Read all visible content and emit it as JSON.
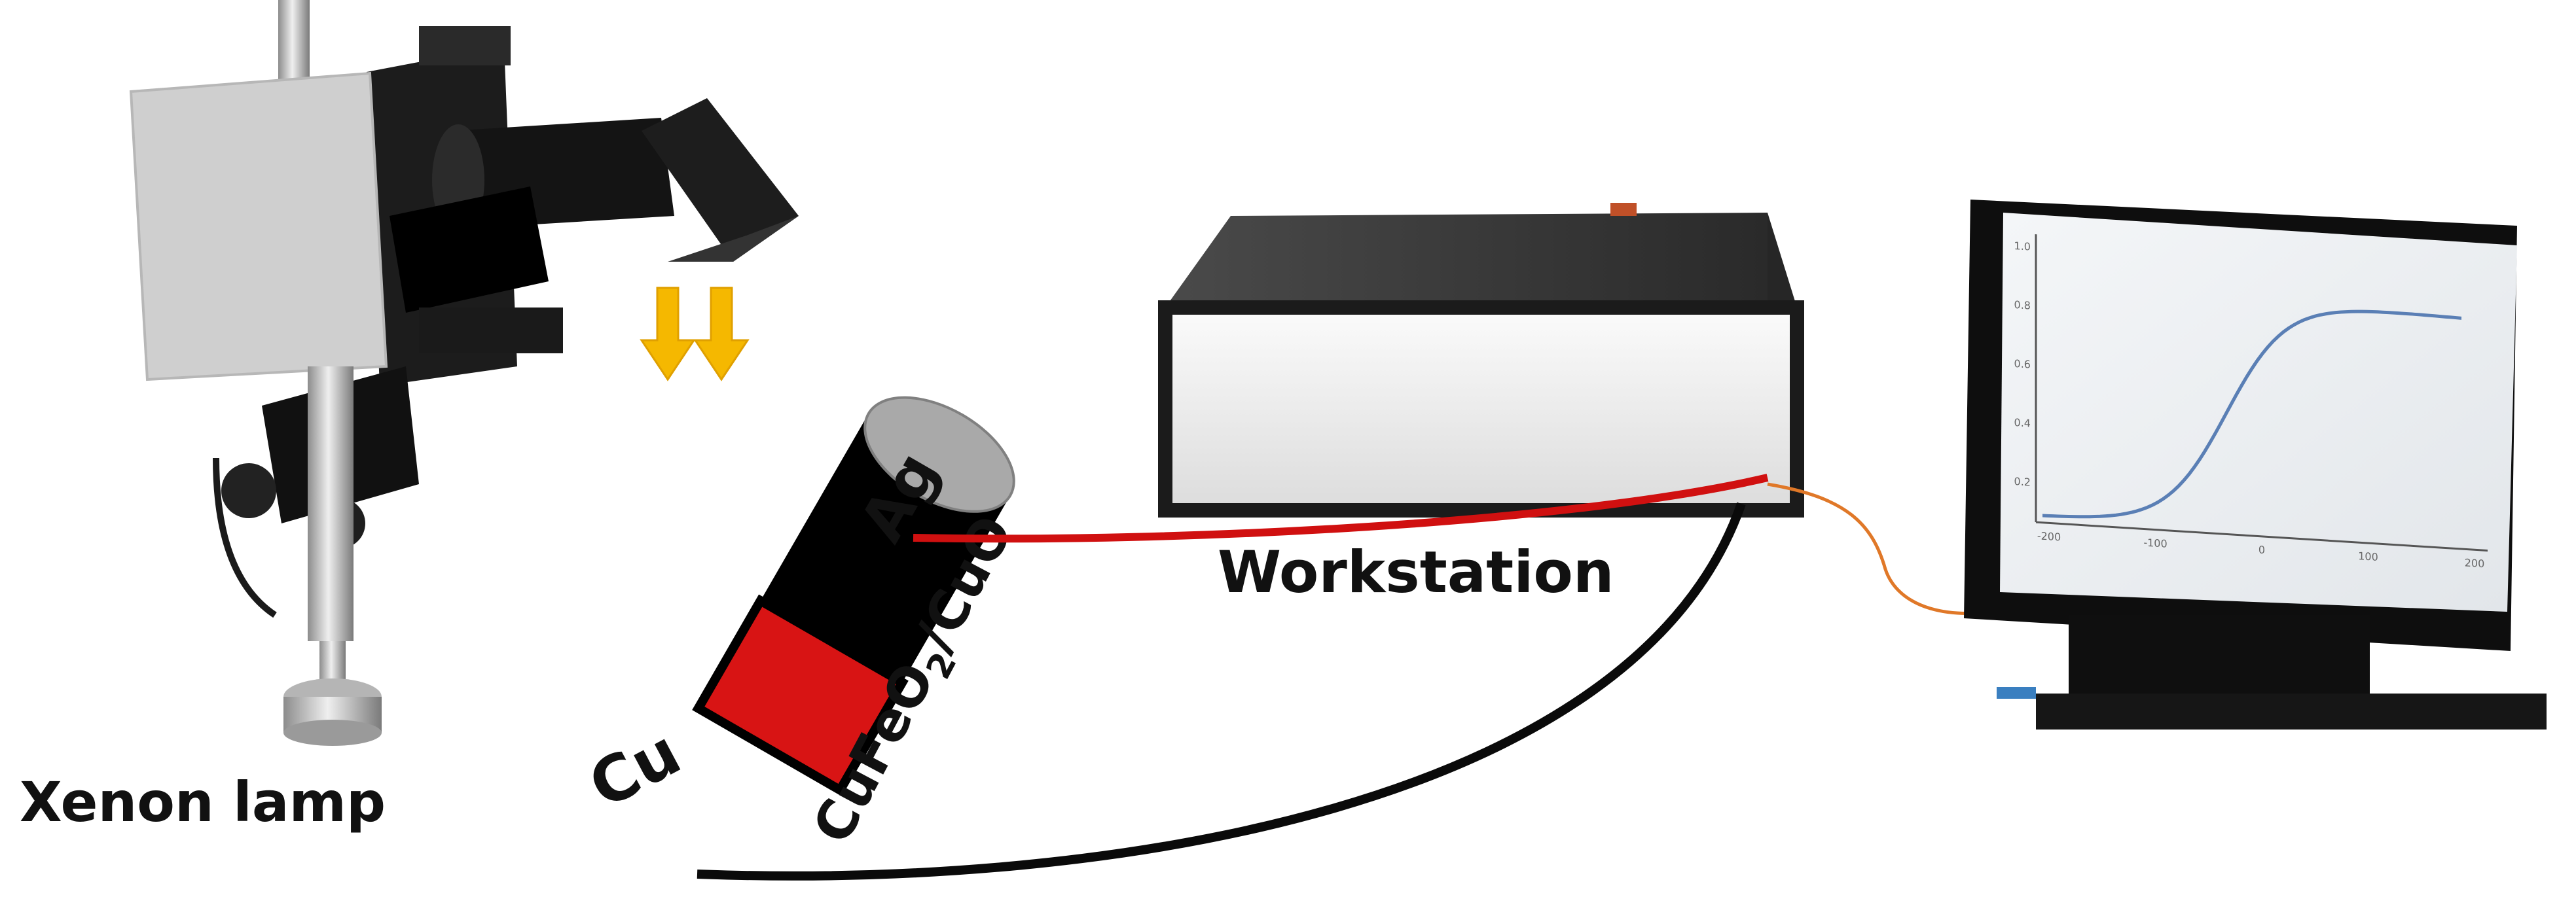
{
  "labels": {
    "lamp": "Xenon lamp",
    "workstation": "Workstation",
    "electrode_top": "Ag",
    "electrode_bottom": "Cu",
    "sample_prefix": "CuFeO",
    "sample_subscript": "2",
    "sample_suffix": "/CuO"
  },
  "colors": {
    "positive_wire": "#d01010",
    "negative_wire": "#0a0a0a",
    "usb_cable": "#e07828",
    "light_arrows": "#f5b800",
    "copper_contact": "#d81414",
    "sample_body": "#000000",
    "silver_contact": "#a9a9a9",
    "graph_curve": "#5a7fb5"
  },
  "icons": {
    "light_arrows": "double-down-arrow-icon",
    "computer": "monitor-icon"
  },
  "monitor_plot": {
    "type": "line",
    "x_ticks": [
      "-200",
      "-100",
      "0",
      "100",
      "200"
    ],
    "y_ticks": [
      "0.2",
      "0.4",
      "0.6",
      "0.8",
      "1.0"
    ]
  }
}
